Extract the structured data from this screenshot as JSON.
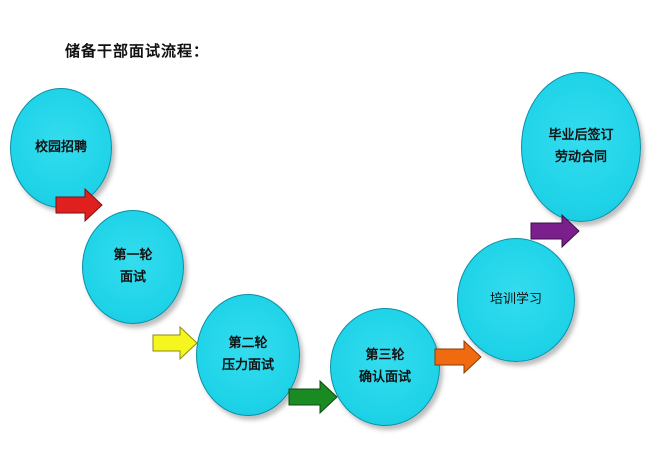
{
  "title": "储备干部面试流程：",
  "steps": [
    {
      "line1": "校园招聘",
      "line2": ""
    },
    {
      "line1": "第一轮",
      "line2": "面试"
    },
    {
      "line1": "第二轮",
      "line2": "压力面试"
    },
    {
      "line1": "第三轮",
      "line2": "确认面试"
    },
    {
      "line1": "培训学习",
      "line2": ""
    },
    {
      "line1": "毕业后签订",
      "line2": "劳动合同"
    }
  ],
  "colors": {
    "circle_fill": "#1fd3e8",
    "arrow_red": "#e0201f",
    "arrow_yellow": "#f5f520",
    "arrow_green": "#1a8a22",
    "arrow_orange": "#f06a10",
    "arrow_purple": "#7a1f8c"
  }
}
